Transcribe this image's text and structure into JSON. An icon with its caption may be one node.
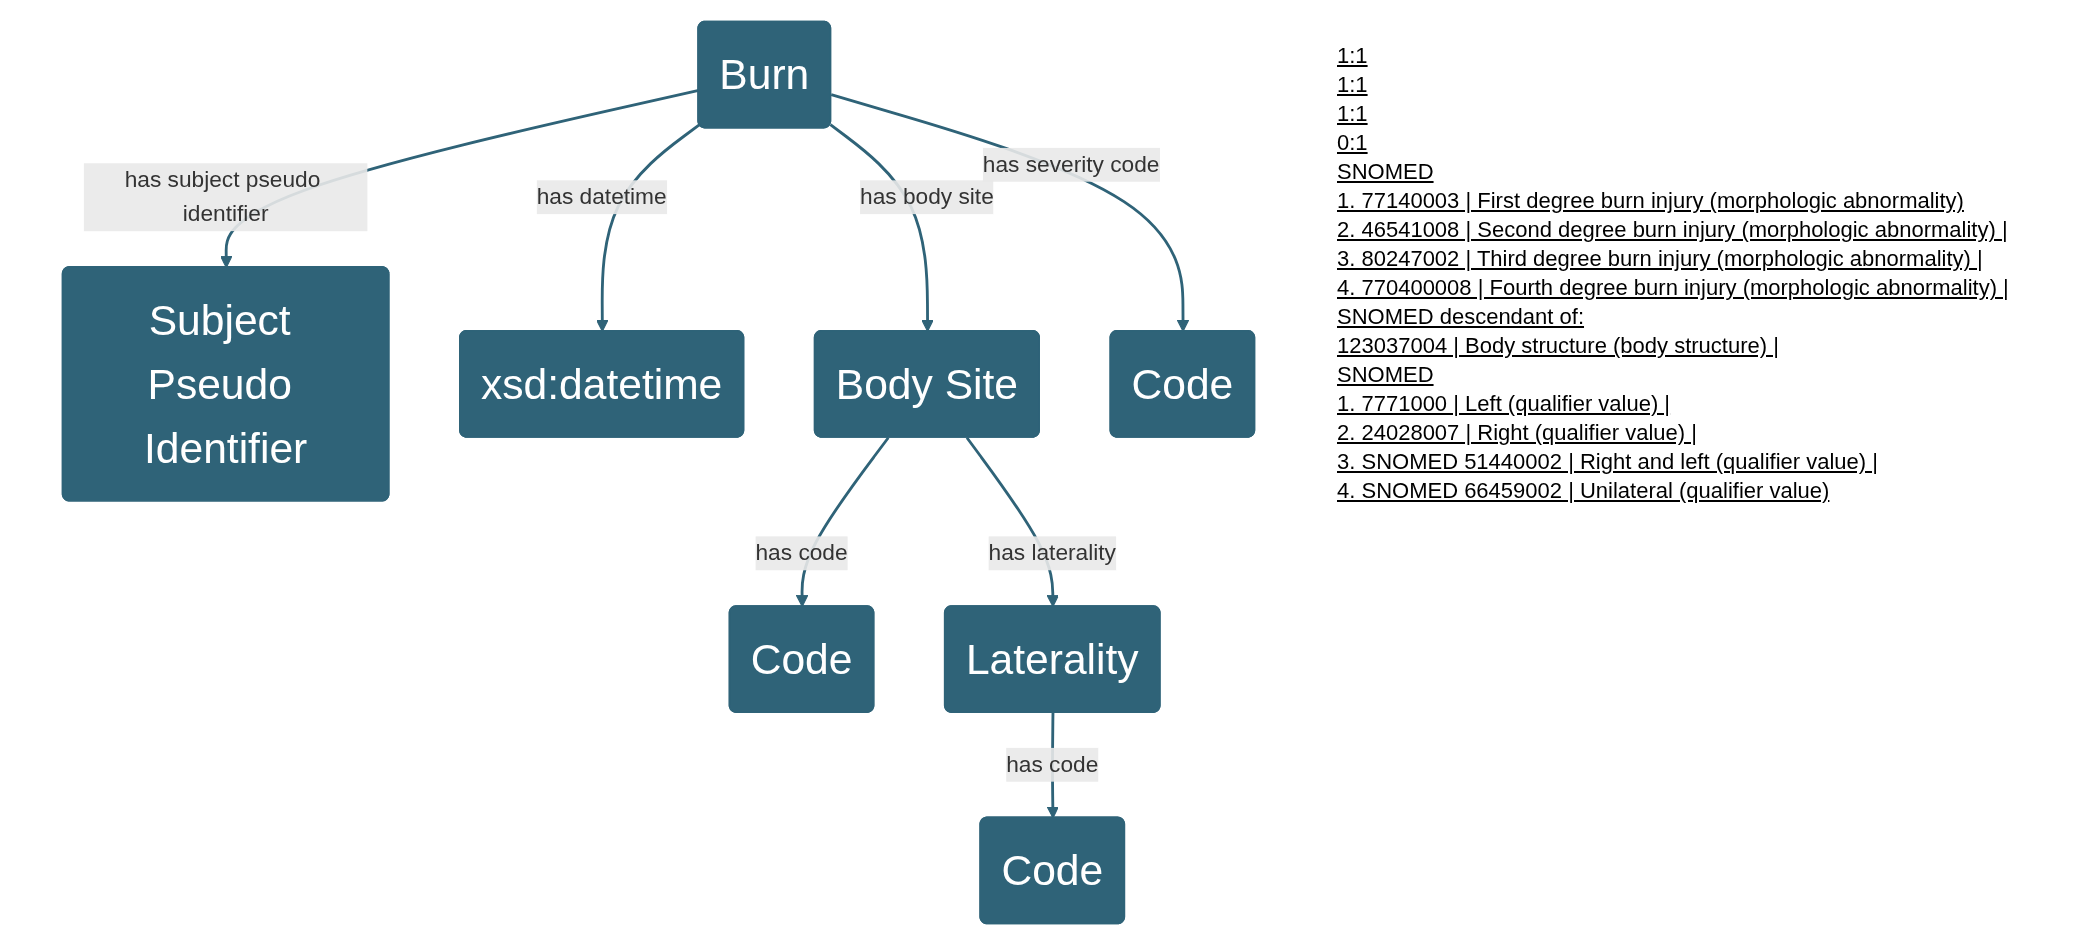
{
  "diagram": {
    "nodes": [
      {
        "text": [
          "Subject Pseudo Identifier"
        ]
      },
      {
        "text": [
          "Burn"
        ]
      },
      {
        "text": [
          "xsd:datetime"
        ]
      },
      {
        "text": [
          "Body Site"
        ]
      },
      {
        "text": [
          "Code"
        ]
      },
      {
        "text": [
          "Code"
        ]
      },
      {
        "text": [
          "Laterality"
        ]
      },
      {
        "text": [
          "Code"
        ]
      }
    ],
    "edges": [
      {
        "from": 1,
        "to": 0,
        "arrow": "to",
        "label": "has subject pseudo identifier"
      },
      {
        "from": 1,
        "to": 2,
        "arrow": "to",
        "label": "has datetime"
      },
      {
        "from": 1,
        "to": 3,
        "arrow": "to",
        "label": "has body site"
      },
      {
        "from": 1,
        "to": 4,
        "arrow": "to",
        "label": "has severity code"
      },
      {
        "from": 3,
        "to": 5,
        "arrow": "to",
        "label": "has code"
      },
      {
        "from": 3,
        "to": 6,
        "arrow": "to",
        "label": "has laterality"
      },
      {
        "from": 6,
        "to": 7,
        "arrow": "to",
        "label": "has code"
      }
    ],
    "labels": [
      "1:1",
      "1:1",
      "1:1",
      "0:1",
      "SNOMED",
      "1. 77140003 | First degree burn injury (morphologic abnormality)",
      "2. 46541008 | Second degree burn injury (morphologic abnormality) |",
      "3. 80247002 | Third degree burn injury (morphologic abnormality) |",
      "4. 770400008 | Fourth degree burn injury (morphologic abnormality) |",
      "SNOMED descendant of:",
      "123037004 | Body structure (body structure) |",
      "SNOMED",
      "1. 7771000 | Left (qualifier value) |",
      "2. 24028007 | Right (qualifier value) |",
      "3. SNOMED 51440002 | Right and left (qualifier value) |",
      "4. SNOMED 66459002 | Unilateral (qualifier value)"
    ]
  }
}
